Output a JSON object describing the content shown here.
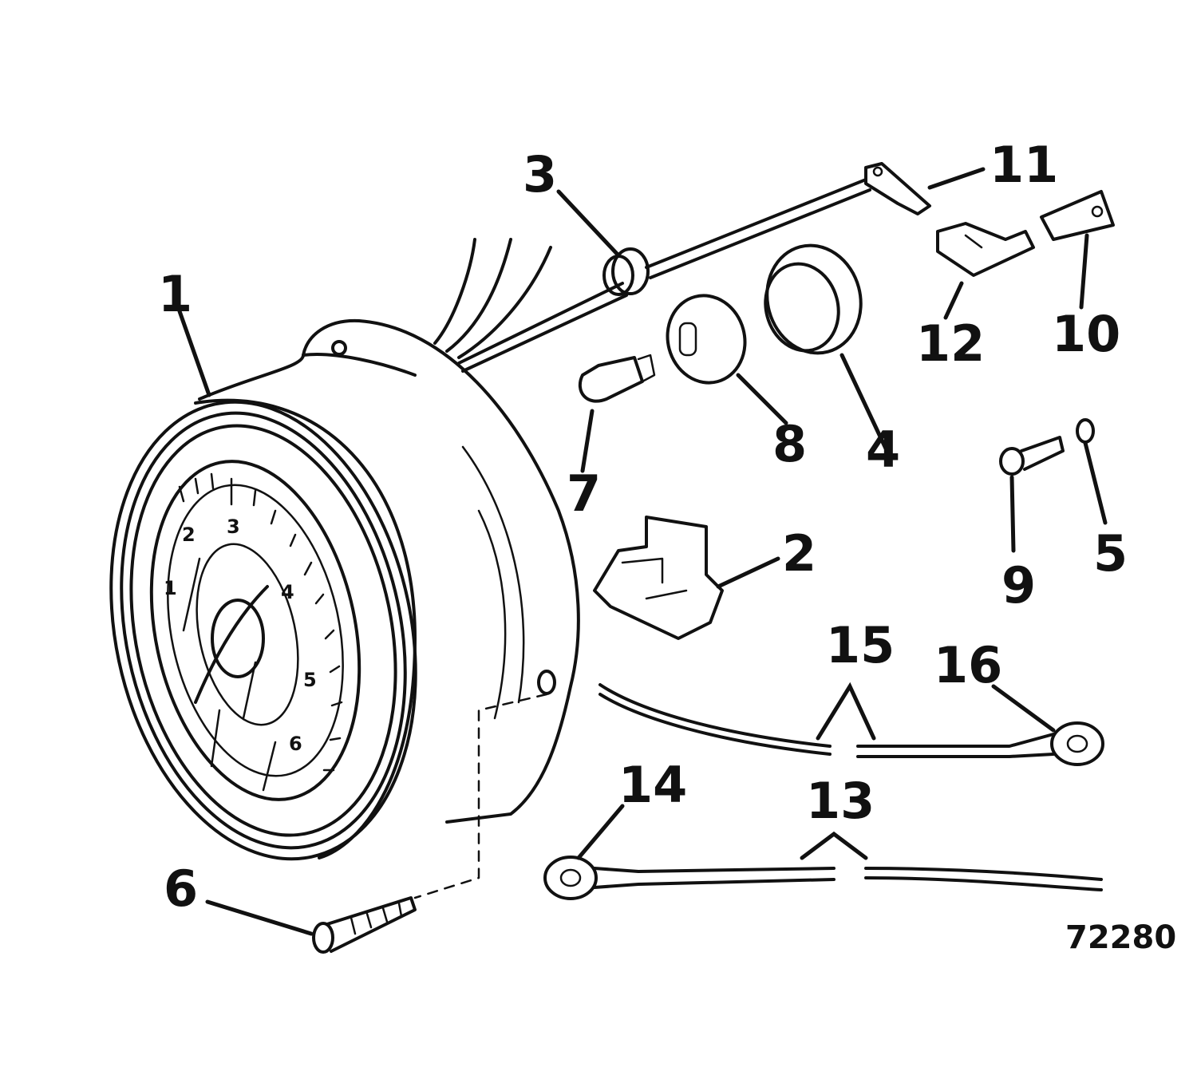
{
  "diagram": {
    "callouts": [
      "1",
      "2",
      "3",
      "4",
      "5",
      "6",
      "7",
      "8",
      "9",
      "10",
      "11",
      "12",
      "13",
      "14",
      "15",
      "16"
    ],
    "drawing_number": "72280",
    "dial_numerals": [
      "1",
      "2",
      "3",
      "4",
      "5",
      "6"
    ]
  },
  "colors": {
    "ink": "#111111",
    "paper": "#ffffff"
  }
}
